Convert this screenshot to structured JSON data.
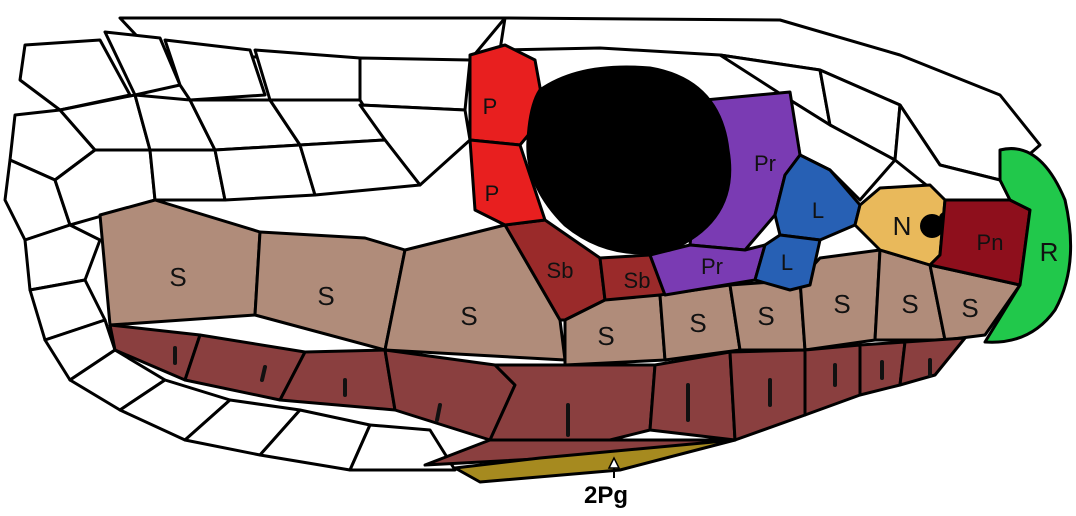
{
  "colors": {
    "parietal_red": "#e81f1f",
    "eye_black": "#000000",
    "preocular_purple": "#7a3bb3",
    "loreal_blue": "#2760b4",
    "nasal_yellow": "#e9b95b",
    "postnasal_maroon": "#8e0f1c",
    "rostral_green": "#21c84b",
    "supralabial_tan": "#b08c7a",
    "subocular_red": "#9a2a2a",
    "infralabial_rose": "#8a3f3f",
    "postgenial_olive": "#a68a1f",
    "outline": "#000000"
  },
  "labels": {
    "parietal": "P",
    "preocular": "Pr",
    "loreal": "L",
    "nasal": "N",
    "postnasal": "Pn",
    "rostral": "R",
    "subocular": "Sb",
    "supralabial": "S",
    "annotation": "2Pg"
  }
}
